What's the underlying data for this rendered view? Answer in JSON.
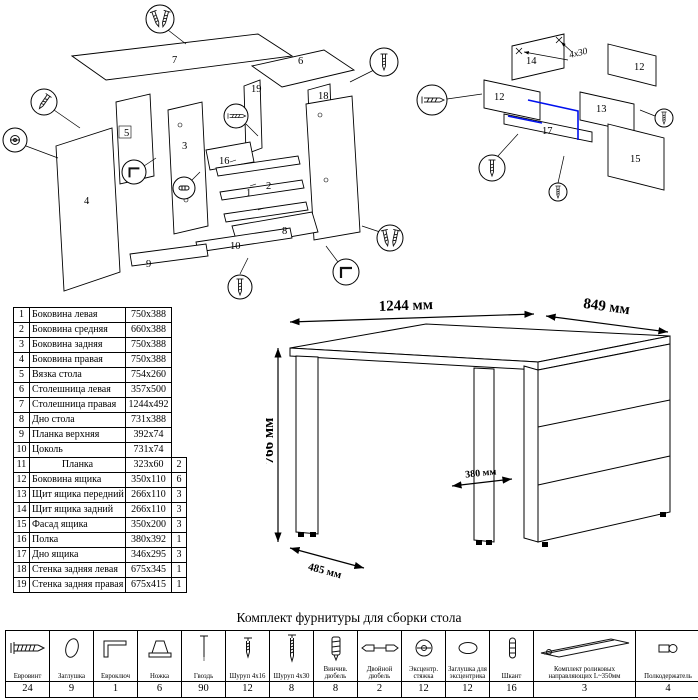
{
  "exploded_left": {
    "labels": {
      "p1": "1",
      "p2": "2",
      "p3": "3",
      "p4": "4",
      "p5": "5",
      "p6": "6",
      "p7": "7",
      "p8": "8",
      "p9": "9",
      "p10": "10",
      "p16": "16",
      "p18": "18",
      "p19": "19"
    }
  },
  "exploded_right": {
    "labels": {
      "p12a": "12",
      "p12b": "12",
      "p13": "13",
      "p14": "14",
      "p15": "15",
      "p17": "17"
    },
    "annotation": "4x30"
  },
  "parts_table": {
    "rows": [
      {
        "num": "1",
        "name": "Боковина левая",
        "size": "750x388"
      },
      {
        "num": "2",
        "name": "Боковина средняя",
        "size": "660x388"
      },
      {
        "num": "3",
        "name": "Боковина задняя",
        "size": "750x388"
      },
      {
        "num": "4",
        "name": "Боковина правая",
        "size": "750x388"
      },
      {
        "num": "5",
        "name": "Вязка стола",
        "size": "754x260"
      },
      {
        "num": "6",
        "name": "Столешница левая",
        "size": "357x500"
      },
      {
        "num": "7",
        "name": "Столешница правая",
        "size": "1244x492"
      },
      {
        "num": "8",
        "name": "Дно стола",
        "size": "731x388"
      },
      {
        "num": "9",
        "name": "Планка верхняя",
        "size": "392x74"
      },
      {
        "num": "10",
        "name": "Цоколь",
        "size": "731x74"
      },
      {
        "num": "11",
        "name": "Планка",
        "size": "323x60",
        "qty": "2"
      },
      {
        "num": "12",
        "name": "Боковина ящика",
        "size": "350x110",
        "qty": "6"
      },
      {
        "num": "13",
        "name": "Щит ящика передний",
        "size": "266x110",
        "qty": "3"
      },
      {
        "num": "14",
        "name": "Щит ящика задний",
        "size": "266x110",
        "qty": "3"
      },
      {
        "num": "15",
        "name": "Фасад ящика",
        "size": "350x200",
        "qty": "3"
      },
      {
        "num": "16",
        "name": "Полка",
        "size": "380x392",
        "qty": "1"
      },
      {
        "num": "17",
        "name": "Дно ящика",
        "size": "346x295",
        "qty": "3"
      },
      {
        "num": "18",
        "name": "Стенка задняя левая",
        "size": "675x345",
        "qty": "1"
      },
      {
        "num": "19",
        "name": "Стенка задняя правая",
        "size": "675x415",
        "qty": "1"
      }
    ]
  },
  "dimension_drawing": {
    "width": "1244 мм",
    "depth": "849 мм",
    "height": "766 мм",
    "inner_depth": "380 мм",
    "front_width": "485 мм"
  },
  "hardware": {
    "title": "Комплект фурнитуры для сборки стола",
    "items": [
      {
        "name": "Евровинт",
        "qty": "24",
        "icon": "confirmat-screw-icon"
      },
      {
        "name": "Заглушка",
        "qty": "9",
        "icon": "cap-icon"
      },
      {
        "name": "Евроключ",
        "qty": "1",
        "icon": "hex-key-icon"
      },
      {
        "name": "Ножка",
        "qty": "6",
        "icon": "leg-icon"
      },
      {
        "name": "Гвоздь",
        "qty": "90",
        "icon": "nail-icon"
      },
      {
        "name": "Шуруп 4x16",
        "qty": "12",
        "icon": "screw-4x16-icon"
      },
      {
        "name": "Шуруп 4x30",
        "qty": "8",
        "icon": "screw-4x30-icon"
      },
      {
        "name": "Винчив. дюбель",
        "qty": "8",
        "icon": "threaded-dowel-icon"
      },
      {
        "name": "Двойной дюбель",
        "qty": "2",
        "icon": "double-dowel-icon"
      },
      {
        "name": "Эксцентр. стяжка",
        "qty": "12",
        "icon": "cam-lock-icon"
      },
      {
        "name": "Заглушка для эксцентрика",
        "qty": "12",
        "icon": "cam-cap-icon"
      },
      {
        "name": "Шкант",
        "qty": "16",
        "icon": "wood-dowel-icon"
      },
      {
        "name": "Комплект роликовых направляющих L~350мм",
        "qty": "3",
        "icon": "drawer-slide-icon"
      },
      {
        "name": "Полкодержатель",
        "qty": "4",
        "icon": "shelf-support-icon"
      }
    ]
  }
}
